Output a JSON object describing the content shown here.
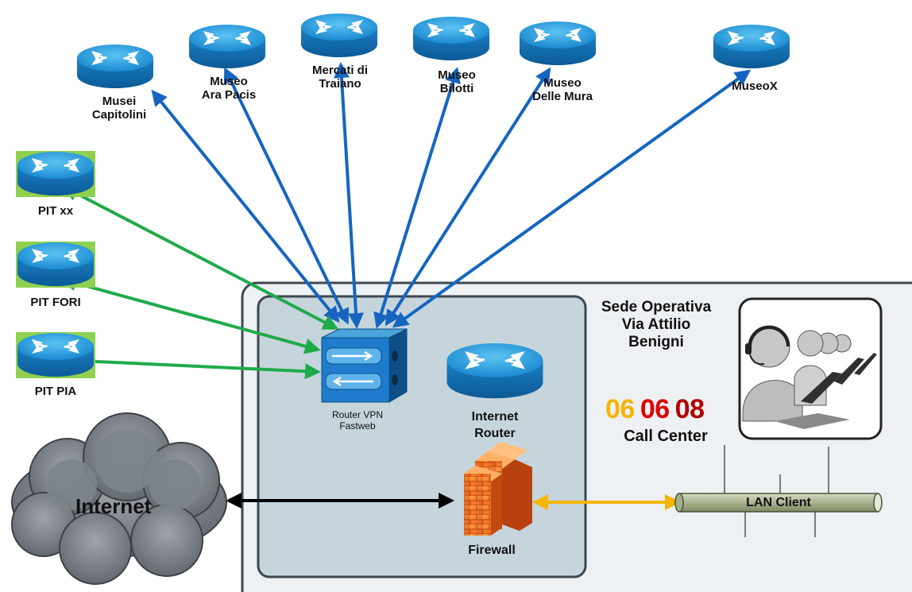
{
  "museums": [
    {
      "line1": "Musei",
      "line2": "Capitolini"
    },
    {
      "line1": "Museo",
      "line2": "Ara Pacis"
    },
    {
      "line1": "Mercati di",
      "line2": "Traiano"
    },
    {
      "line1": "Museo",
      "line2": "Bilotti"
    },
    {
      "line1": "Museo",
      "line2": "Delle Mura"
    },
    {
      "line1": "MuseoX",
      "line2": ""
    }
  ],
  "pits": [
    "PIT xx",
    "PIT FORI",
    "PIT PIA"
  ],
  "vpn_router": {
    "line1": "Router VPN",
    "line2": "Fastweb"
  },
  "internet_router": {
    "line1": "Internet",
    "line2": "Router"
  },
  "firewall": "Firewall",
  "internet": "Internet",
  "site": {
    "line1": "Sede Operativa",
    "line2": "Via Attilio",
    "line3": "Benigni"
  },
  "phone": {
    "part1": "06",
    "part2": "06",
    "part3": "08",
    "colors": [
      "#f5b400",
      "#e00000",
      "#b00000"
    ]
  },
  "call_center": "Call Center",
  "lan": "LAN Client",
  "colors": {
    "museum_link": "#1565c0",
    "pit_link": "#1faa4a",
    "internet_link": "#000000",
    "lan_link": "#f5b400",
    "router": "#1c8fd6"
  }
}
